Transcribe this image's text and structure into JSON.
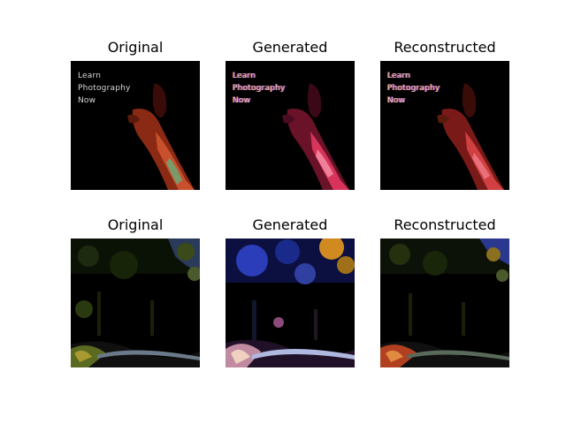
{
  "figure": {
    "rows": [
      {
        "panels": [
          {
            "title": "Original",
            "overlay_lines": [
              "Learn",
              "Photography",
              "Now"
            ],
            "variant": "clean"
          },
          {
            "title": "Generated",
            "overlay_lines": [
              "Learn",
              "Photography",
              "Now"
            ],
            "variant": "noisy"
          },
          {
            "title": "Reconstructed",
            "overlay_lines": [
              "Learn",
              "Photography",
              "Now"
            ],
            "variant": "noisy"
          }
        ]
      },
      {
        "panels": [
          {
            "title": "Original"
          },
          {
            "title": "Generated"
          },
          {
            "title": "Reconstructed"
          }
        ]
      }
    ]
  },
  "colors": {
    "background": "#ffffff",
    "image_bg": "#000000",
    "skin_clean": "#c8502c",
    "skin_noisy": "#d6345a",
    "foliage": "#3f5d1f",
    "sky_blue": "#2b3db8"
  }
}
